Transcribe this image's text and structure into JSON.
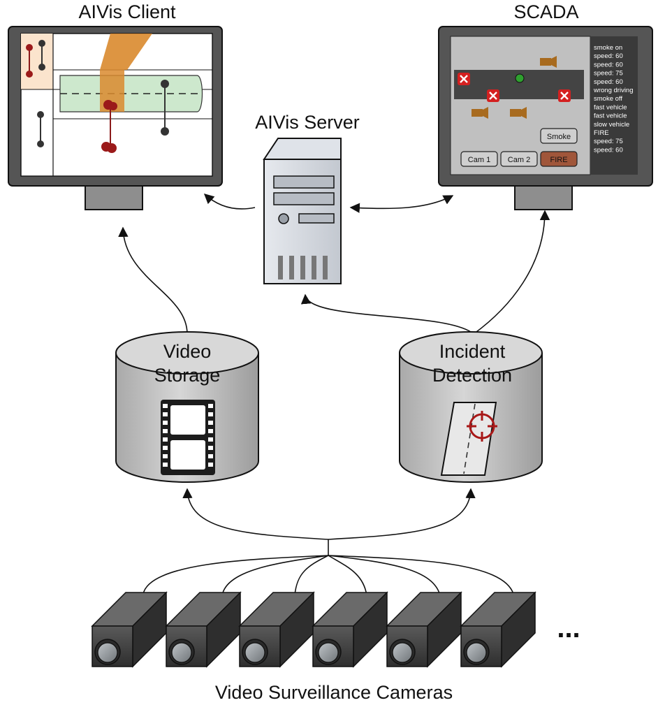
{
  "labels": {
    "client_title": "AIVis Client",
    "scada_title": "SCADA",
    "server_title": "AIVis Server",
    "storage_line1": "Video",
    "storage_line2": "Storage",
    "detection_line1": "Incident",
    "detection_line2": "Detection",
    "cameras_caption": "Video Surveillance Cameras",
    "more_cameras": "..."
  },
  "scada": {
    "buttons": {
      "smoke": "Smoke",
      "cam1": "Cam 1",
      "cam2": "Cam 2",
      "fire": "FIRE"
    },
    "log": [
      {
        "text": "smoke on",
        "color": "#d42020"
      },
      {
        "text": "speed: 60",
        "color": "#ffffff"
      },
      {
        "text": "speed: 60",
        "color": "#ffffff"
      },
      {
        "text": "speed: 75",
        "color": "#ffffff"
      },
      {
        "text": "speed: 60",
        "color": "#ffffff"
      },
      {
        "text": "wrong driving",
        "color": "#ffffff"
      },
      {
        "text": "smoke off",
        "color": "#2f9a2f"
      },
      {
        "text": "fast vehicle",
        "color": "#ffffff"
      },
      {
        "text": "fast vehicle",
        "color": "#ffffff"
      },
      {
        "text": "slow vehicle",
        "color": "#ffffff"
      },
      {
        "text": "FIRE",
        "color": "#d42020"
      },
      {
        "text": "speed: 75",
        "color": "#ffffff"
      },
      {
        "text": "speed: 60",
        "color": "#ffffff"
      }
    ]
  },
  "colors": {
    "monitor_frame": "#555555",
    "fire_button": "#a0563a",
    "alert_red": "#d42020",
    "camera_body": "#3e3e3e",
    "cylinder": "#c8c8c8"
  }
}
